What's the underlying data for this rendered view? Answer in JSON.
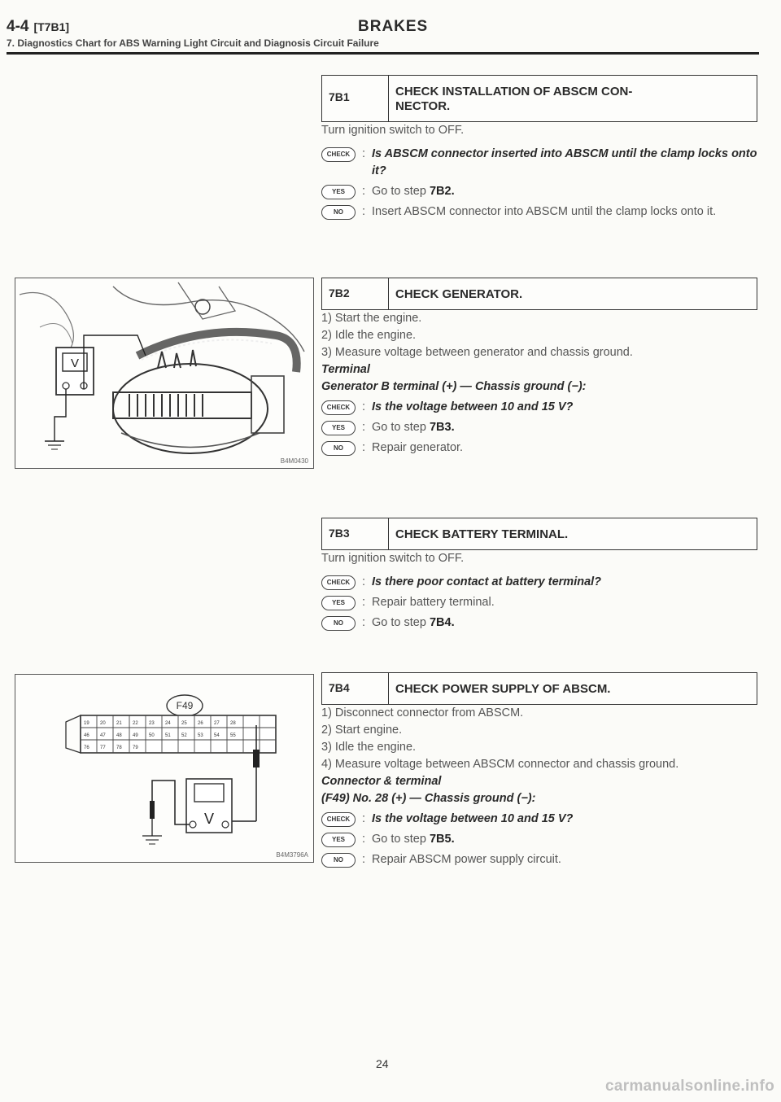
{
  "header": {
    "section": "4-4",
    "code": "[T7B1]",
    "chapter": "BRAKES",
    "subtitle": "7. Diagnostics Chart for ABS Warning Light Circuit and Diagnosis Circuit Failure"
  },
  "figures": [
    {
      "code": "B4M0430"
    },
    {
      "code": "B4M3796A",
      "connector_label": "F49"
    }
  ],
  "steps": [
    {
      "id": "7B1",
      "title": "CHECK INSTALLATION OF ABSCM CON-\nNECTOR.",
      "body": [
        "Turn ignition switch to OFF."
      ],
      "check_label": "CHECK",
      "check_q": "Is ABSCM connector inserted into ABSCM until the clamp locks onto it?",
      "yes_label": "YES",
      "yes_text": "Go to step ",
      "yes_strong": "7B2.",
      "no_label": "NO",
      "no_text": "Insert ABSCM connector into ABSCM until the clamp locks onto it.",
      "no_strong": ""
    },
    {
      "id": "7B2",
      "title": "CHECK GENERATOR.",
      "body": [
        "1) Start the engine.",
        "2) Idle the engine.",
        "3) Measure voltage between generator and chassis ground."
      ],
      "terminal_heading": "Terminal",
      "terminal_text": "Generator B terminal (+) — Chassis ground (−):",
      "check_label": "CHECK",
      "check_q": "Is the voltage between 10 and 15 V?",
      "yes_label": "YES",
      "yes_text": "Go to step ",
      "yes_strong": "7B3.",
      "no_label": "NO",
      "no_text": "Repair generator.",
      "no_strong": ""
    },
    {
      "id": "7B3",
      "title": "CHECK BATTERY TERMINAL.",
      "body": [
        "Turn ignition switch to OFF."
      ],
      "check_label": "CHECK",
      "check_q": "Is there poor contact at battery terminal?",
      "yes_label": "YES",
      "yes_text": "Repair battery terminal.",
      "yes_strong": "",
      "no_label": "NO",
      "no_text": "Go to step ",
      "no_strong": "7B4."
    },
    {
      "id": "7B4",
      "title": "CHECK POWER SUPPLY OF ABSCM.",
      "body": [
        "1) Disconnect connector from ABSCM.",
        "2) Start engine.",
        "3) Idle the engine.",
        "4) Measure voltage between ABSCM connector and chassis ground."
      ],
      "terminal_heading": "Connector & terminal",
      "terminal_text": "(F49) No. 28 (+) — Chassis ground (−):",
      "check_label": "CHECK",
      "check_q": "Is the voltage between 10 and 15 V?",
      "yes_label": "YES",
      "yes_text": "Go to step ",
      "yes_strong": "7B5.",
      "no_label": "NO",
      "no_text": "Repair ABSCM power supply circuit.",
      "no_strong": ""
    }
  ],
  "page_number": "24",
  "watermark": "carmanualsonline.info"
}
